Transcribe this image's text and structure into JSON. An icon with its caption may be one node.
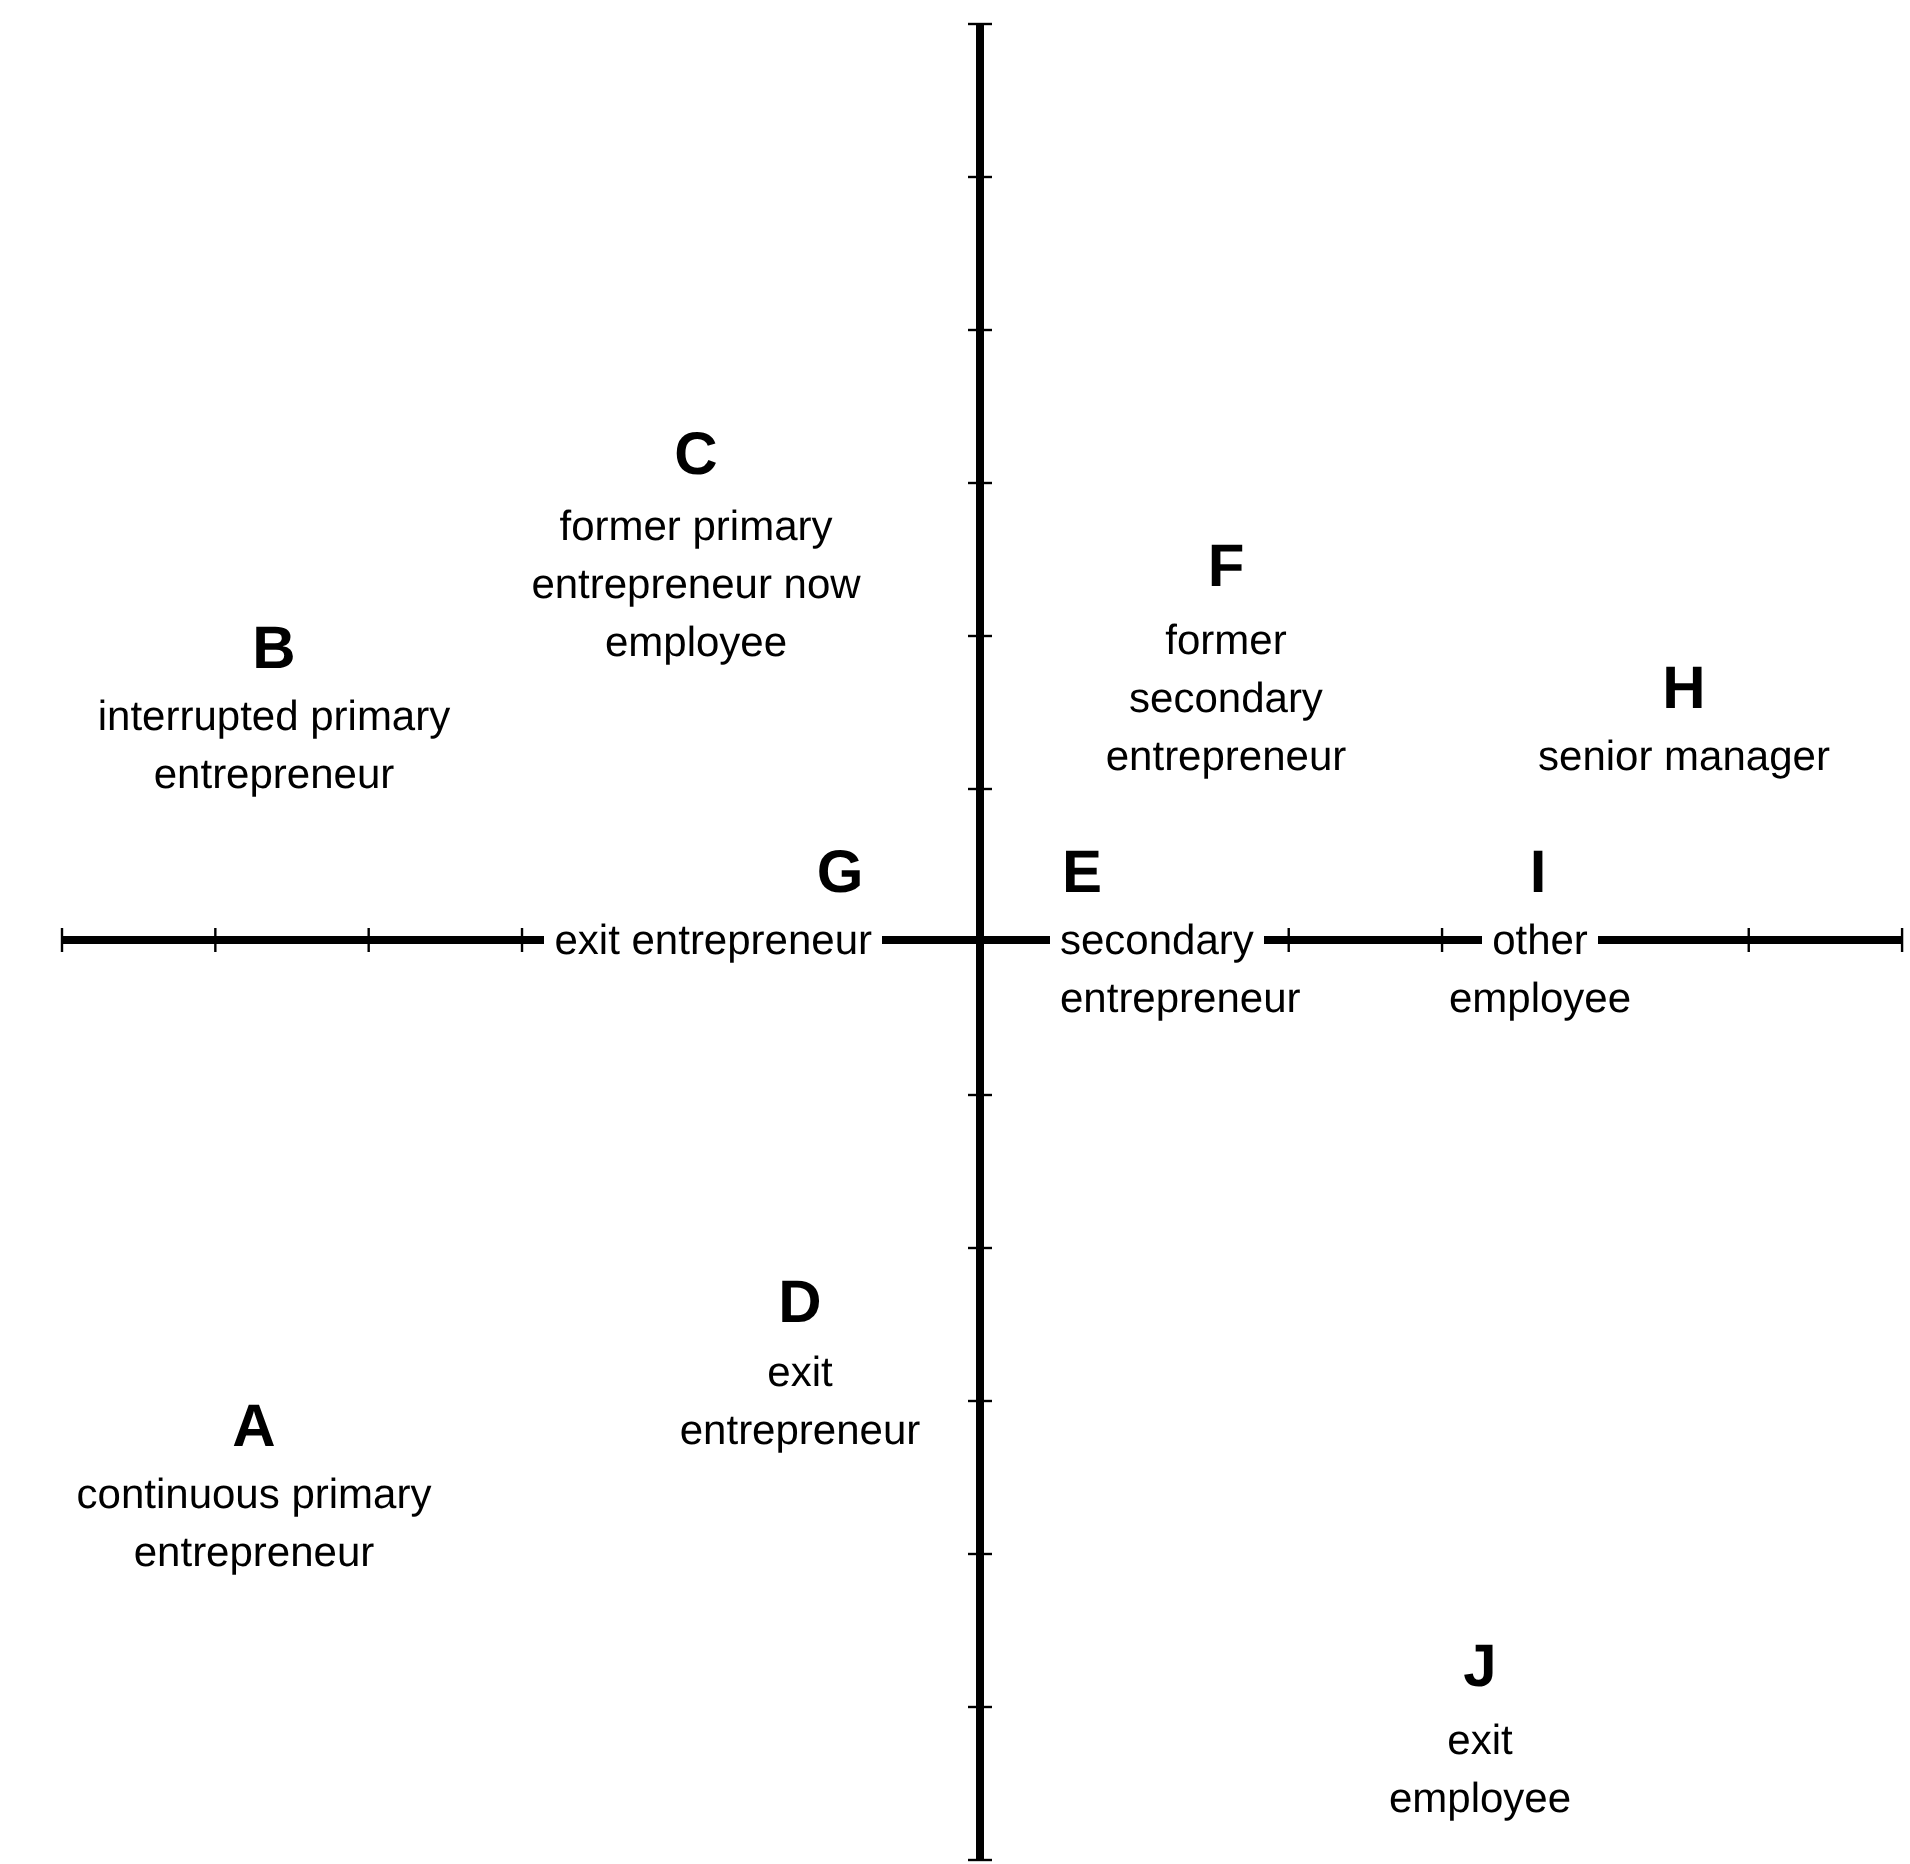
{
  "diagram": {
    "labels": [
      "C",
      "former primary entrepreneur now employee",
      "F",
      "former secondary entrepreneur",
      "B",
      "interrupted primary entrepreneur",
      "H",
      "senior manager",
      "G",
      "exit entrepreneur",
      "E",
      "secondary entrepreneur",
      "I",
      "other employee",
      "D",
      "exit entrepreneur",
      "A",
      "continuous primary entrepreneur",
      "J",
      "exit employee"
    ]
  }
}
